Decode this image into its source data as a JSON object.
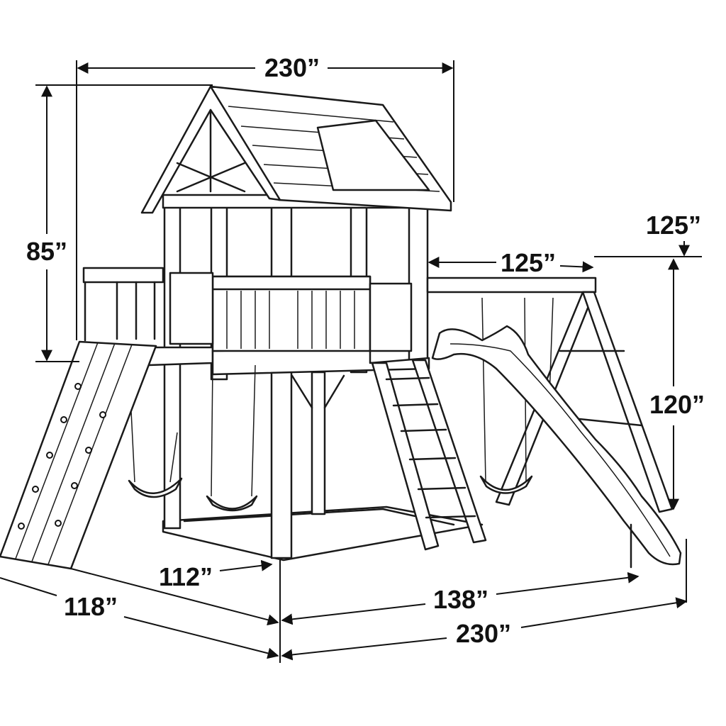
{
  "title": "Playset dimension diagram",
  "dimensions": {
    "top_width": "230”",
    "roof_height": "85”",
    "beam_height_top": "125”",
    "beam_length": "125”",
    "swing_height": "120”",
    "tower_depth": "112”",
    "side_depth": "118”",
    "swing_width": "138”",
    "total_width": "230”"
  }
}
